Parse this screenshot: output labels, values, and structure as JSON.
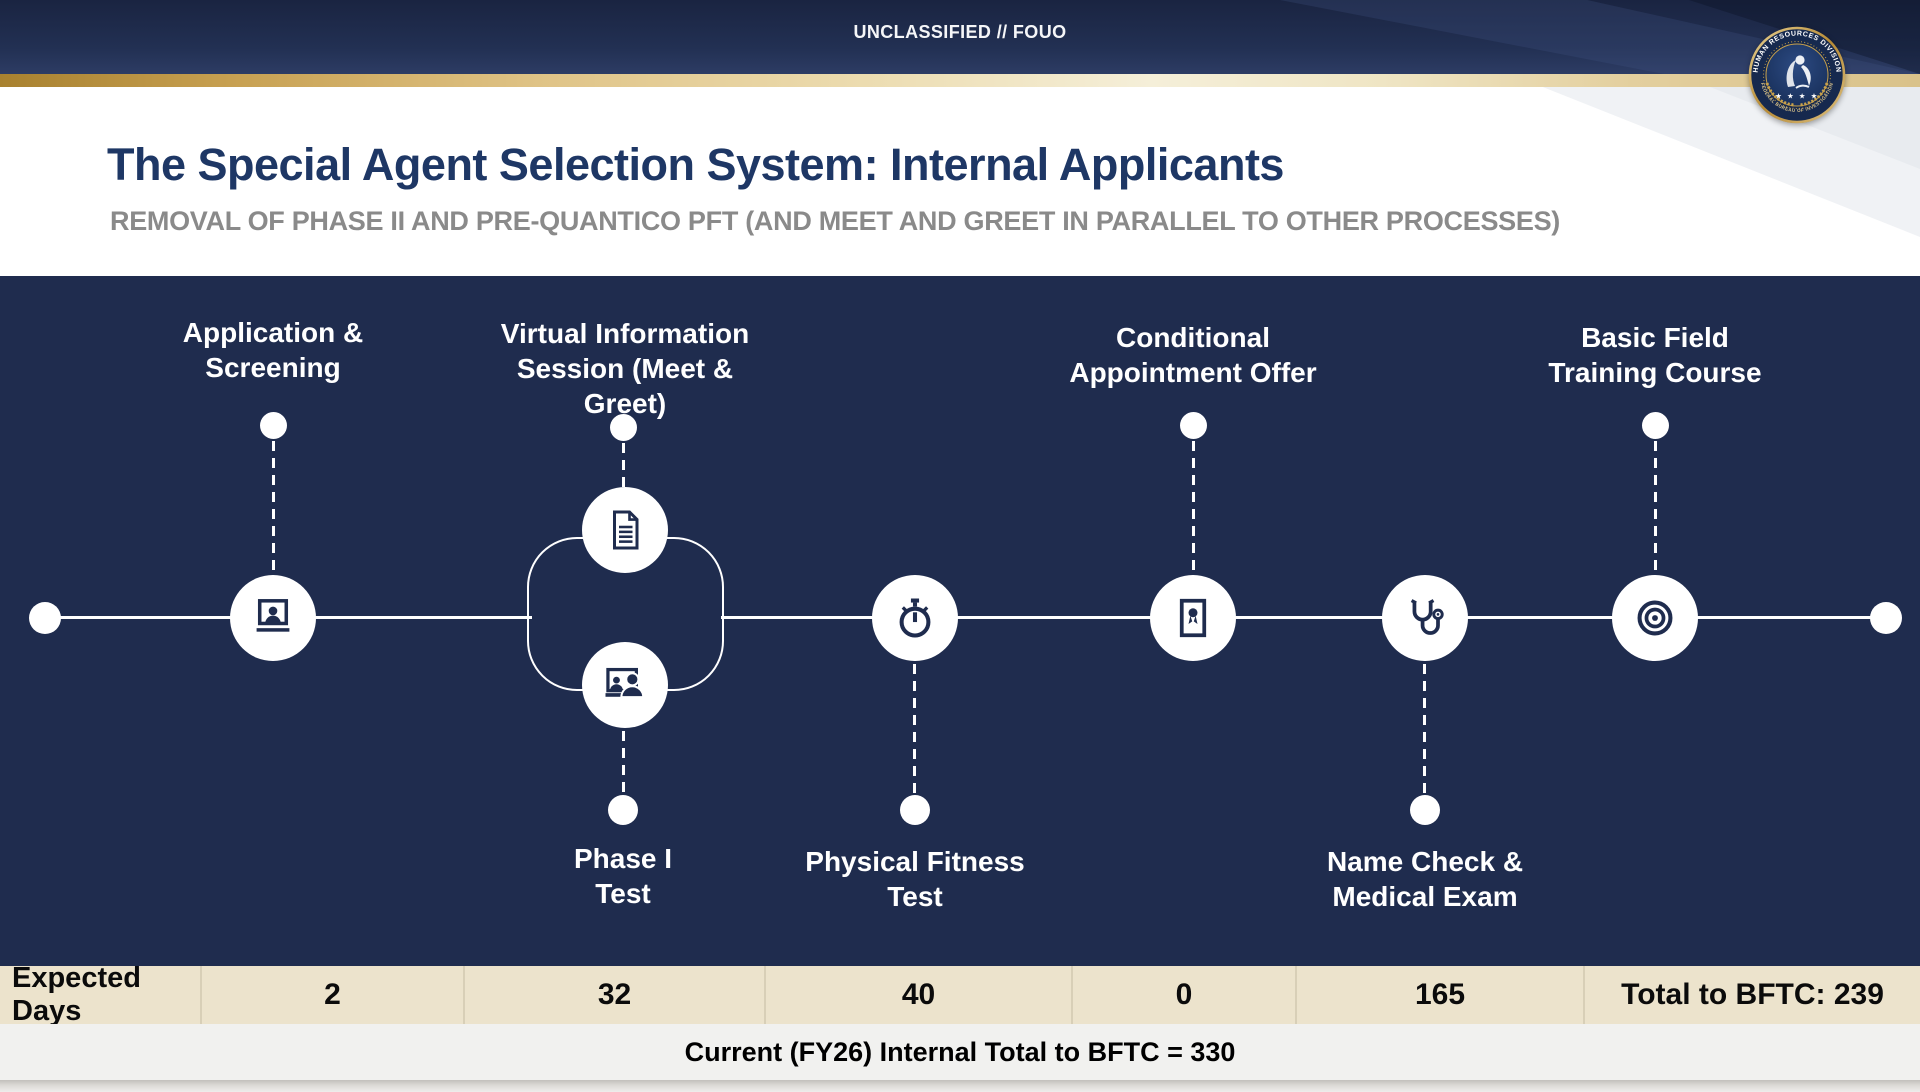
{
  "banner": {
    "text": "UNCLASSIFIED // FOUO"
  },
  "header": {
    "title": "The Special Agent Selection System: Internal Applicants",
    "subtitle": "REMOVAL OF PHASE II AND PRE-QUANTICO PFT (AND MEET AND GREET IN PARALLEL TO OTHER PROCESSES)"
  },
  "seal": {
    "top_text": "HUMAN RESOURCES DIVISION",
    "bottom_text": "FEDERAL BUREAU OF INVESTIGATION",
    "stars": "★ ★ ★ ★"
  },
  "timeline": {
    "nodes": [
      {
        "id": "application-screening",
        "lines": [
          "Application &",
          "Screening"
        ],
        "icon": "webcam-interview-icon",
        "label_position": "above"
      },
      {
        "id": "virtual-info-session",
        "lines": [
          "Virtual Information",
          "Session (Meet &",
          "Greet)"
        ],
        "icon": "document-icon",
        "label_position": "above"
      },
      {
        "id": "phase-1-test",
        "lines": [
          "Phase I",
          "Test"
        ],
        "icon": "video-meeting-icon",
        "label_position": "below"
      },
      {
        "id": "physical-fitness-test",
        "lines": [
          "Physical Fitness",
          "Test"
        ],
        "icon": "stopwatch-icon",
        "label_position": "below"
      },
      {
        "id": "conditional-appointment-offer",
        "lines": [
          "Conditional",
          "Appointment Offer"
        ],
        "icon": "certificate-icon",
        "label_position": "above"
      },
      {
        "id": "name-check-medical-exam",
        "lines": [
          "Name Check &",
          "Medical Exam"
        ],
        "icon": "stethoscope-icon",
        "label_position": "below"
      },
      {
        "id": "basic-field-training-course",
        "lines": [
          "Basic Field",
          "Training Course"
        ],
        "icon": "target-icon",
        "label_position": "above"
      }
    ]
  },
  "expected_days_table": {
    "row_label": "Expected Days",
    "values": [
      "2",
      "32",
      "40",
      "0",
      "165"
    ],
    "total": "Total to BFTC: 239"
  },
  "footer": {
    "text": "Current (FY26) Internal Total to BFTC = 330"
  },
  "colors": {
    "navy_background": "#1f2c4e",
    "title_navy": "#1e3765",
    "subtitle_gray": "#8a8a8a",
    "gold_accent": "#c9a24b",
    "beige_row": "#ece3cc",
    "footer_gray": "#f1f1ef"
  }
}
